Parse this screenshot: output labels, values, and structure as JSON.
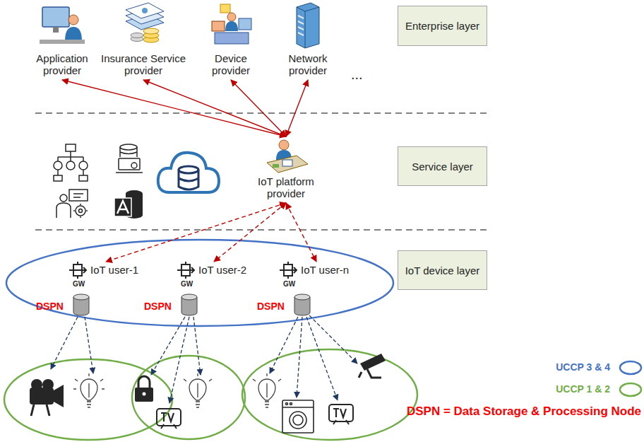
{
  "diagram": {
    "nodes": [
      {
        "text": [
          "Application provider"
        ]
      },
      {
        "text": [
          "Insurance Service provider"
        ]
      },
      {
        "text": [
          "Device provider"
        ]
      },
      {
        "text": [
          "Network provider"
        ]
      },
      {
        "text": [
          "Enterprise layer"
        ]
      },
      {
        "text": [
          "IoT platform provider"
        ]
      },
      {
        "text": [
          "Service layer"
        ]
      },
      {
        "text": [
          "IoT user-1"
        ]
      },
      {
        "text": [
          "IoT user-2"
        ]
      },
      {
        "text": [
          "IoT user-n"
        ]
      },
      {
        "text": [
          "IoT device layer"
        ]
      }
    ],
    "edges": [
      {
        "from": 0,
        "to": 5,
        "arrow": "both"
      },
      {
        "from": 1,
        "to": 5,
        "arrow": "both"
      },
      {
        "from": 2,
        "to": 5,
        "arrow": "both"
      },
      {
        "from": 3,
        "to": 5,
        "arrow": "both"
      },
      {
        "from": 5,
        "to": 7,
        "arrow": "both"
      },
      {
        "from": 5,
        "to": 8,
        "arrow": "both"
      },
      {
        "from": 5,
        "to": 9,
        "arrow": "both"
      }
    ],
    "labels": [
      "...",
      "GW",
      "GW",
      "GW",
      "DSPN",
      "DSPN",
      "DSPN",
      "DSPN = Data Storage & Processing Node"
    ],
    "legend": [
      {
        "text": "UCCP 3 & 4"
      },
      {
        "text": "UCCP 1 & 2"
      }
    ]
  }
}
